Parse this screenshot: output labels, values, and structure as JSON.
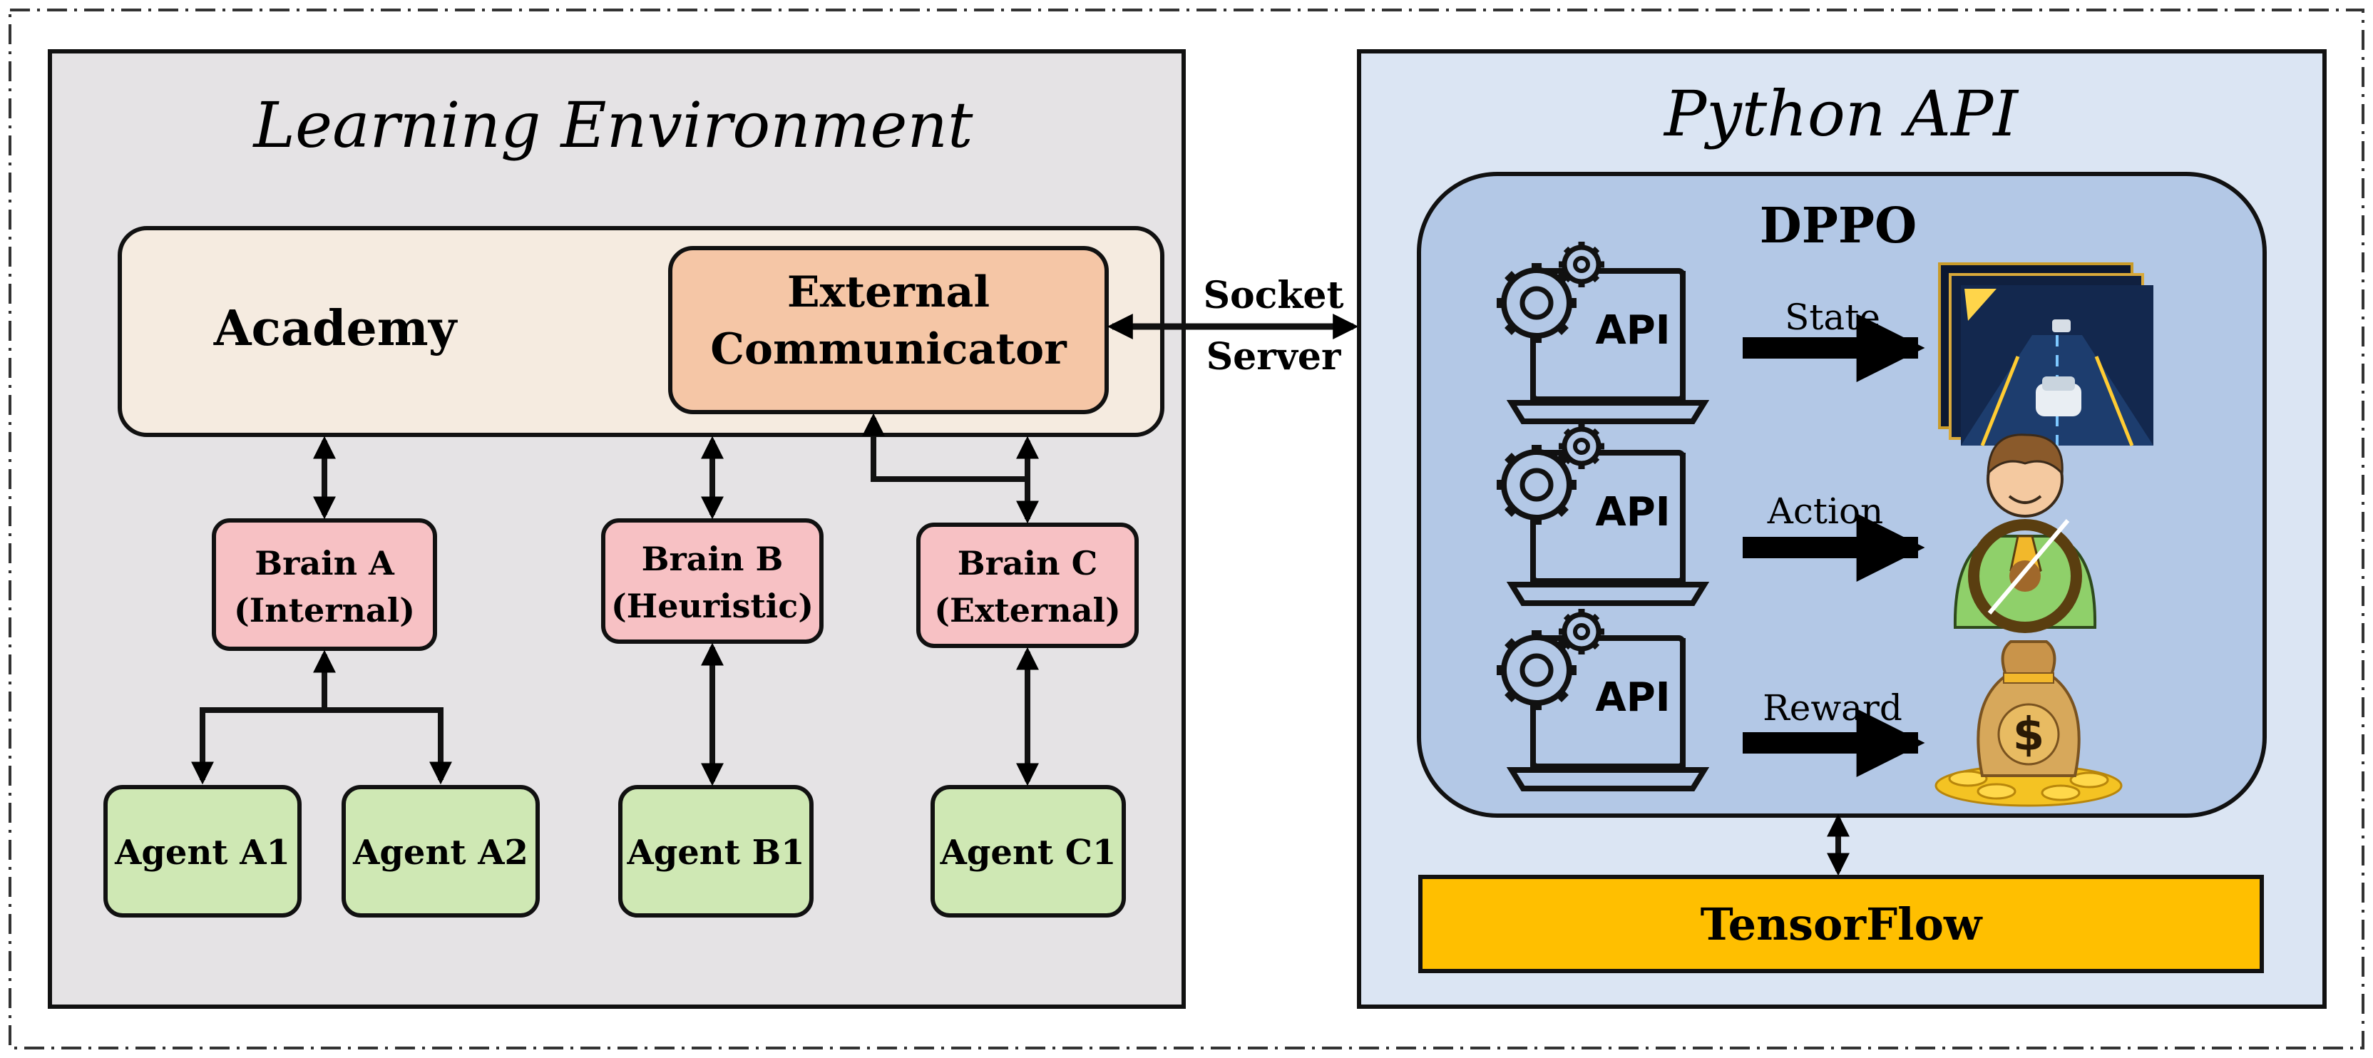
{
  "learning_env": {
    "title": "Learning Environment",
    "academy": "Academy",
    "communicator": [
      "External",
      "Communicator"
    ],
    "brains": [
      {
        "line1": "Brain A",
        "line2": "(Internal)"
      },
      {
        "line1": "Brain B",
        "line2": "(Heuristic)"
      },
      {
        "line1": "Brain C",
        "line2": "(External)"
      }
    ],
    "agents": [
      "Agent A1",
      "Agent A2",
      "Agent B1",
      "Agent C1"
    ]
  },
  "link": {
    "line1": "Socket",
    "line2": "Server"
  },
  "python_api": {
    "title": "Python API",
    "dppo": "DPPO",
    "api_label": "API",
    "rows": [
      {
        "label": "State",
        "image_icon": "driving-scene-image"
      },
      {
        "label": "Action",
        "image_icon": "driver-steering-wheel-image"
      },
      {
        "label": "Reward",
        "image_icon": "money-bag-image"
      }
    ],
    "tensorflow": "TensorFlow"
  },
  "colors": {
    "env_panel": "#e5e3e5",
    "api_panel": "#dbe5f3",
    "dppo_box": "#b3c8e6",
    "academy": "#f5ebe0",
    "communicator": "#f5c6a6",
    "brain": "#f7c1c4",
    "agent": "#cfe8b4",
    "tensorflow": "#ffbf00"
  }
}
